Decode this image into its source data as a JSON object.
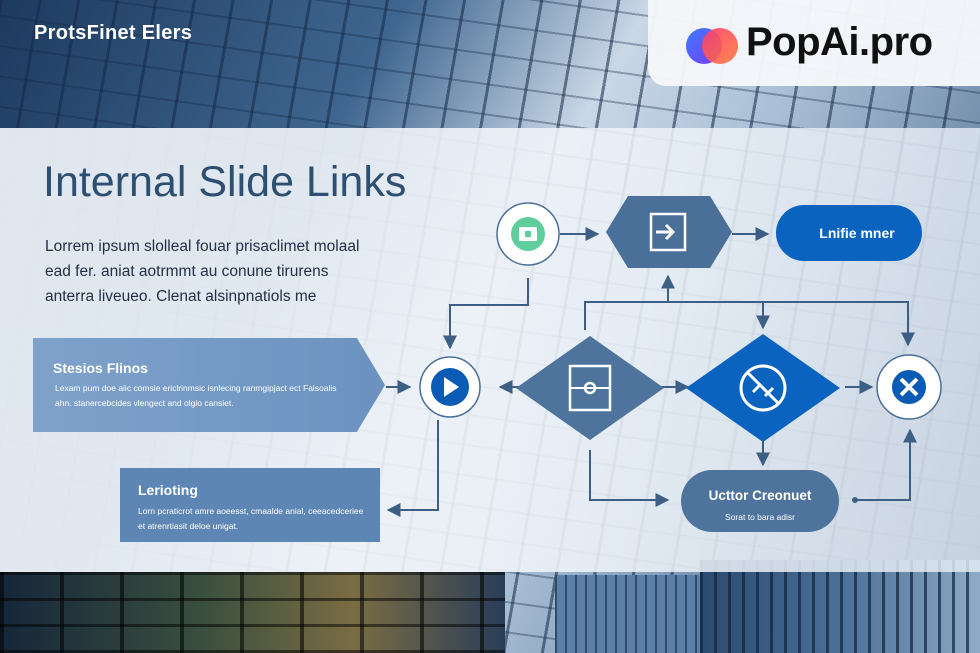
{
  "header": {
    "brand_title": "ProtsFinet Elers",
    "logo_text": "PopAi.pro",
    "logo_icon": "popai-logo-icon"
  },
  "slide": {
    "title": "Internal Slide Links",
    "description": "Lorrem ipsum slolleal fouar prisaclimet molaal ead fer. aniat aotrmmt au conune tirurens anterra liveueo. Clenat alsinpnatiols me"
  },
  "cards": {
    "stesios": {
      "title": "Stesios Flinos",
      "text": "Lexam pum doe aiic comsie ericlrinmsic isnlecing ranmgipjact ect Faisoalis ahn. stanercebcides vlengect and olgio cansiet."
    },
    "lerioting": {
      "title": "Lerioting",
      "text": "Lorn pcraticrot amre aoeesst, cmaalde anial, ceeacedceriee et atrenrtiasit deloe unigat."
    }
  },
  "nodes": {
    "top_pill": "Lnifie mner",
    "bottom_pill_title": "Ucttor Creonuet",
    "bottom_pill_sub": "Sorat to bara adisr"
  },
  "icons": [
    "image-icon",
    "login-arrow-icon",
    "play-icon",
    "frame-icon",
    "no-link-icon",
    "close-icon"
  ],
  "colors": {
    "accent_dark": "#4a6f98",
    "accent_blue": "#0a5bb5",
    "pill_blue": "#0b63c0",
    "pill_slate": "#4e739d",
    "green_icon": "#5fce9c"
  }
}
